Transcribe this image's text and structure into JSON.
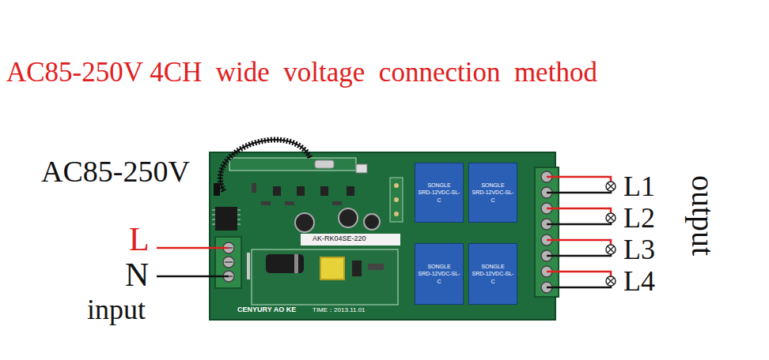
{
  "diagram": {
    "title": "AC85-250V 4CH  wide  voltage  connection  method",
    "nodes": [
      {
        "text": [
          "AK-RK04SE-220",
          "CENYURY AO KE",
          "TIME：2013.11.01"
        ]
      },
      {
        "text": [
          "SONGLE",
          "SRD-12VDC-SL-C"
        ],
        "in": 0
      },
      {
        "text": [
          "SONGLE",
          "SRD-12VDC-SL-C"
        ],
        "in": 0
      },
      {
        "text": [
          "SONGLE",
          "SRD-12VDC-SL-C"
        ],
        "in": 0
      },
      {
        "text": [
          "SONGLE",
          "SRD-12VDC-SL-C"
        ],
        "in": 0
      }
    ],
    "labels": [
      "AC85-250V",
      "L",
      "N",
      "input",
      "L1",
      "L2",
      "L3",
      "L4",
      "output"
    ]
  }
}
